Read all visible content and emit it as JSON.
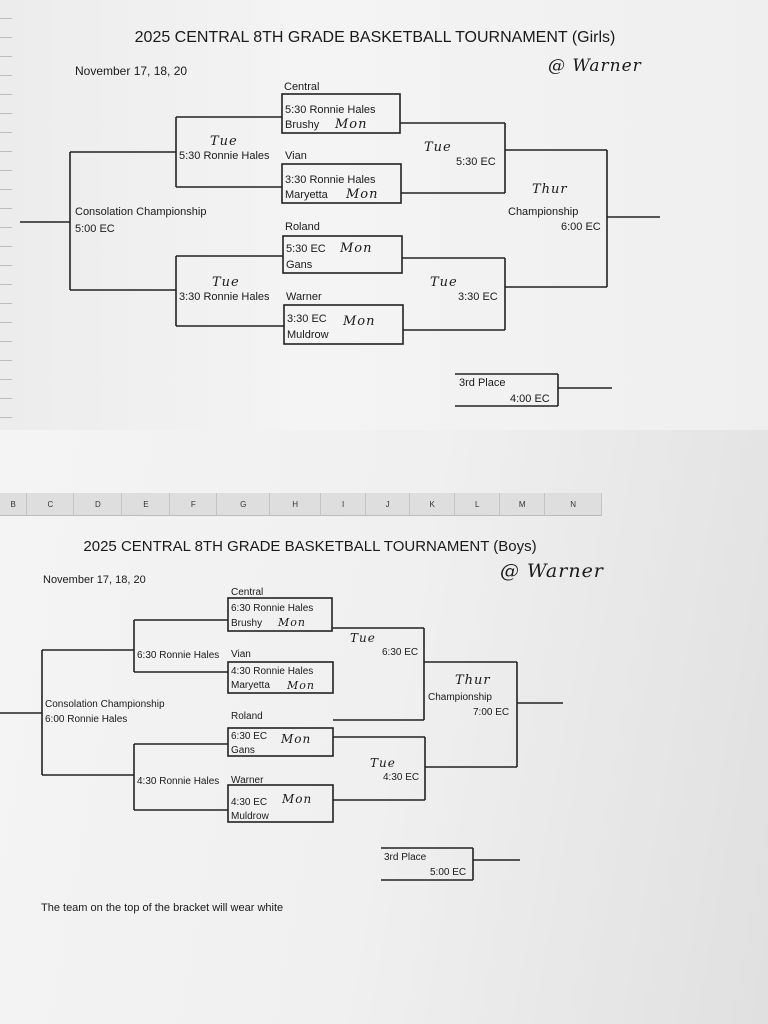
{
  "spreadsheet_columns": [
    "B",
    "C",
    "D",
    "E",
    "F",
    "G",
    "H",
    "I",
    "J",
    "K",
    "L",
    "M",
    "N"
  ],
  "girls": {
    "title": "2025 CENTRAL 8TH GRADE BASKETBALL TOURNAMENT (Girls)",
    "dates": "November 17, 18, 20",
    "location_note": "@ Warner",
    "games": [
      {
        "top_team": "Central",
        "time": "5:30 Ronnie Hales",
        "bottom_team": "Brushy",
        "day": "Mon"
      },
      {
        "top_team": "Vian",
        "time": "3:30 Ronnie Hales",
        "bottom_team": "Maryetta",
        "day": "Mon"
      },
      {
        "top_team": "Roland",
        "time": "5:30 EC",
        "bottom_team": "Gans",
        "day": "Mon"
      },
      {
        "top_team": "Warner",
        "time": "3:30 EC",
        "bottom_team": "Muldrow",
        "day": "Mon"
      }
    ],
    "consolation_semis": [
      {
        "day": "Tue",
        "time": "5:30 Ronnie Hales"
      },
      {
        "day": "Tue",
        "time": "3:30 Ronnie Hales"
      }
    ],
    "winner_semis": [
      {
        "day": "Tue",
        "time": "5:30 EC"
      },
      {
        "day": "Tue",
        "time": "3:30 EC"
      }
    ],
    "consolation_championship": {
      "label": "Consolation Championship",
      "time": "5:00 EC"
    },
    "championship": {
      "day": "Thur",
      "label": "Championship",
      "time": "6:00 EC"
    },
    "third_place": {
      "label": "3rd Place",
      "time": "4:00 EC"
    }
  },
  "boys": {
    "title": "2025 CENTRAL 8TH GRADE BASKETBALL TOURNAMENT (Boys)",
    "dates": "November 17, 18, 20",
    "location_note": "@ Warner",
    "games": [
      {
        "top_team": "Central",
        "time": "6:30 Ronnie Hales",
        "bottom_team": "Brushy",
        "day": "Mon"
      },
      {
        "top_team": "Vian",
        "time": "4:30 Ronnie Hales",
        "bottom_team": "Maryetta",
        "day": "Mon"
      },
      {
        "top_team": "Roland",
        "time": "6:30 EC",
        "bottom_team": "Gans",
        "day": "Mon"
      },
      {
        "top_team": "Warner",
        "time": "4:30 EC",
        "bottom_team": "Muldrow",
        "day": "Mon"
      }
    ],
    "consolation_semis": [
      {
        "time": "6:30 Ronnie Hales"
      },
      {
        "time": "4:30 Ronnie Hales"
      }
    ],
    "winner_semis": [
      {
        "day": "Tue",
        "time": "6:30 EC"
      },
      {
        "day": "Tue",
        "time": "4:30 EC"
      }
    ],
    "consolation_championship": {
      "label": "Consolation Championship",
      "time": "6:00 Ronnie Hales"
    },
    "championship": {
      "day": "Thur",
      "label": "Championship",
      "time": "7:00 EC"
    },
    "third_place": {
      "label": "3rd Place",
      "time": "5:00 EC"
    },
    "footer_note": "The team on the top of the bracket will wear white"
  }
}
